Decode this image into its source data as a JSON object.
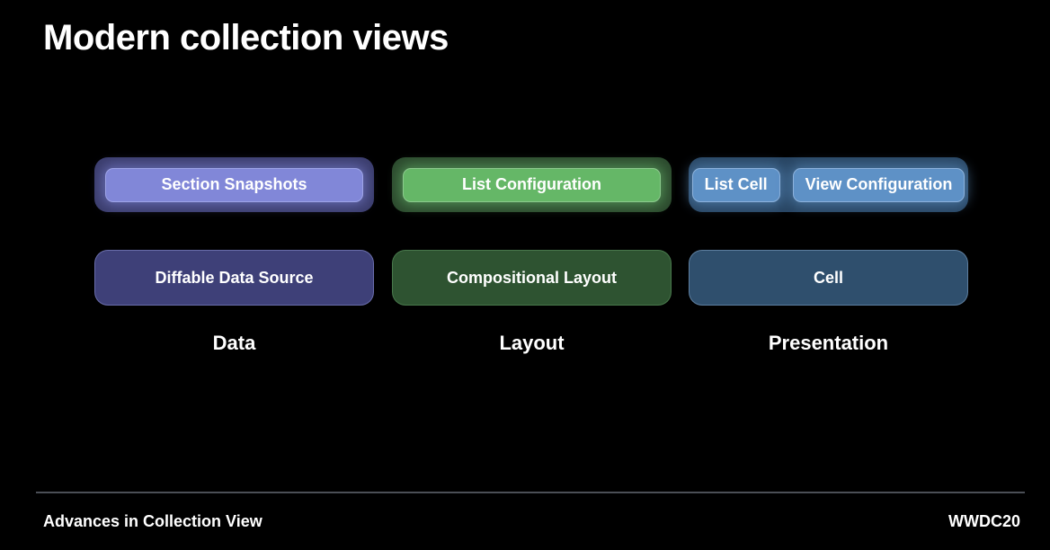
{
  "slide": {
    "title": "Modern collection views",
    "footer": {
      "left": "Advances in Collection View",
      "right": "WWDC20"
    }
  },
  "columns": [
    {
      "label": "Data",
      "top_chips": [
        "Section Snapshots"
      ],
      "bottom_box": "Diffable Data Source",
      "colors": {
        "group_bg": "#3b3d6d",
        "chip_bg": "#8187d8",
        "chip_border": "#9ea4e7",
        "chip_glow": "rgba(130,137,220,0.6)",
        "box_bg": "#3e4078",
        "box_border": "rgba(158,164,231,0.45)"
      }
    },
    {
      "label": "Layout",
      "top_chips": [
        "List Configuration"
      ],
      "bottom_box": "Compositional Layout",
      "colors": {
        "group_bg": "#2c4a2e",
        "chip_bg": "#65b767",
        "chip_border": "#8cca8d",
        "chip_glow": "rgba(105,185,110,0.6)",
        "box_bg": "#2e5331",
        "box_border": "rgba(120,190,125,0.35)"
      }
    },
    {
      "label": "Presentation",
      "top_chips": [
        "List Cell",
        "View Configuration"
      ],
      "bottom_box": "Cell",
      "colors": {
        "group_bg": "#294663",
        "chip_bg": "#5e91c6",
        "chip_border": "#8db2dc",
        "chip_glow": "rgba(100,155,210,0.55)",
        "box_bg": "#2f4f6d",
        "box_border": "rgba(150,185,220,0.45)"
      }
    }
  ]
}
